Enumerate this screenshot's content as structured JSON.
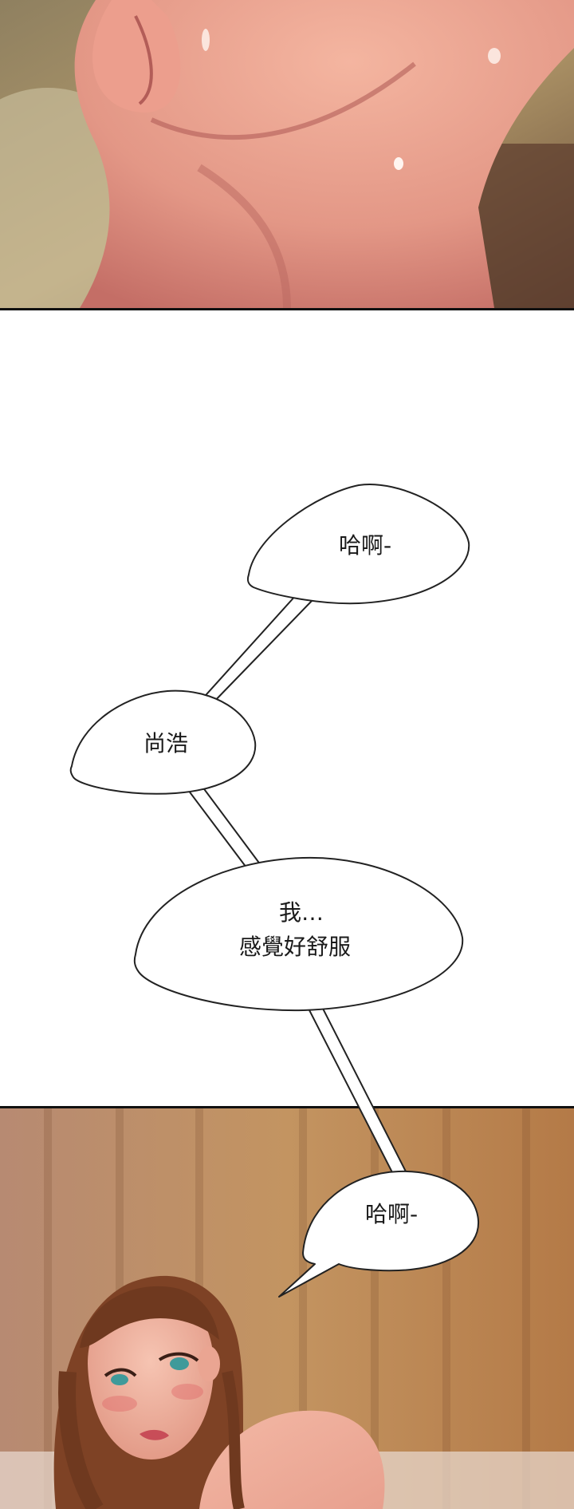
{
  "bubbles": {
    "b1": "哈啊-",
    "b2": "尚浩",
    "b3_line1": "我…",
    "b3_line2": "感覺好舒服",
    "b4": "哈啊-"
  },
  "colors": {
    "skin": "#e9a08f",
    "skin_shadow": "#c86f6a",
    "wall_wood": "#b98455",
    "hair": "#8a4a2a",
    "bubble_fill": "#ffffff",
    "bubble_stroke": "#222222"
  }
}
